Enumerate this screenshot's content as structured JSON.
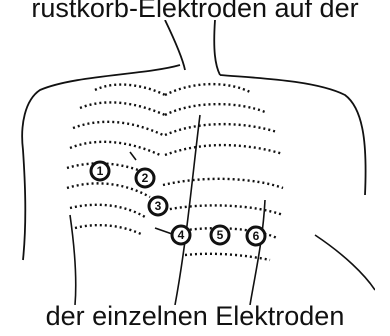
{
  "caption_top": "rustkorb-Elektroden auf der",
  "caption_bottom": "der einzelnen Elektroden",
  "electrodes": [
    {
      "id": "electrode-1",
      "label": "1"
    },
    {
      "id": "electrode-2",
      "label": "2"
    },
    {
      "id": "electrode-3",
      "label": "3"
    },
    {
      "id": "electrode-4",
      "label": "4"
    },
    {
      "id": "electrode-5",
      "label": "5"
    },
    {
      "id": "electrode-6",
      "label": "6"
    }
  ]
}
